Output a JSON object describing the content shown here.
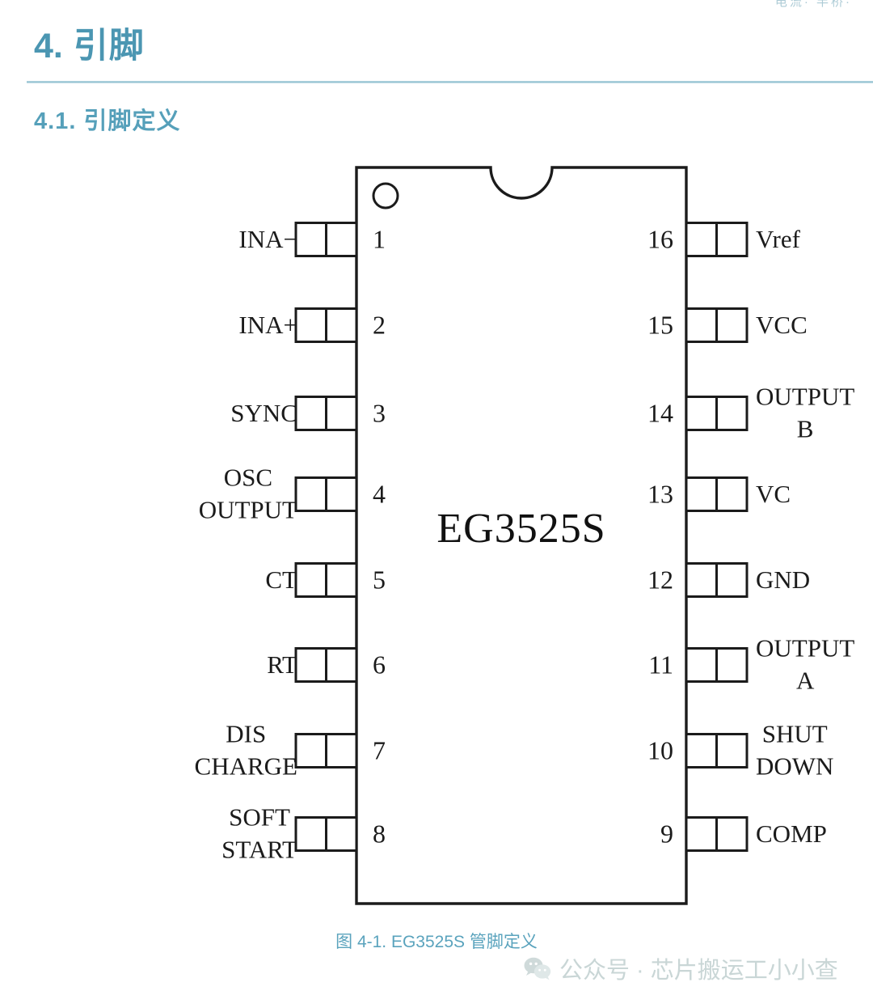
{
  "header": {
    "top_clip_text": "电流· 半桥·",
    "section_number": "4.",
    "section_title": "引脚",
    "subsection_number": "4.1.",
    "subsection_title": "引脚定义"
  },
  "diagram": {
    "chip_name": "EG3525S",
    "package_pin_count": 16,
    "pin1_marker": "pin1-dot",
    "notch": "top-center-semicircle",
    "left_pins": [
      {
        "number": "1",
        "label_lines": [
          "INA−"
        ]
      },
      {
        "number": "2",
        "label_lines": [
          "INA+"
        ]
      },
      {
        "number": "3",
        "label_lines": [
          "SYNC"
        ]
      },
      {
        "number": "4",
        "label_lines": [
          "OSC",
          "OUTPUT"
        ]
      },
      {
        "number": "5",
        "label_lines": [
          "CT"
        ]
      },
      {
        "number": "6",
        "label_lines": [
          "RT"
        ]
      },
      {
        "number": "7",
        "label_lines": [
          "DIS",
          "CHARGE"
        ]
      },
      {
        "number": "8",
        "label_lines": [
          "SOFT",
          "START"
        ]
      }
    ],
    "right_pins": [
      {
        "number": "16",
        "label_lines": [
          "Vref"
        ]
      },
      {
        "number": "15",
        "label_lines": [
          "VCC"
        ]
      },
      {
        "number": "14",
        "label_lines": [
          "OUTPUT",
          "B"
        ]
      },
      {
        "number": "13",
        "label_lines": [
          "VC"
        ]
      },
      {
        "number": "12",
        "label_lines": [
          "GND"
        ]
      },
      {
        "number": "11",
        "label_lines": [
          "OUTPUT",
          "A"
        ]
      },
      {
        "number": "10",
        "label_lines": [
          "SHUT",
          "DOWN"
        ]
      },
      {
        "number": "9",
        "label_lines": [
          "COMP"
        ]
      }
    ]
  },
  "caption": "图 4-1. EG3525S 管脚定义",
  "watermark": {
    "icon": "wechat-icon",
    "text": "公众号 · 芯片搬运工小小查"
  },
  "colors": {
    "heading": "#4b96b2",
    "subheading": "#56a0ba",
    "rule": "#8fc0d0",
    "caption": "#5aa3bd",
    "diagram_line": "#1b1b1b",
    "watermark": "#c9d6d6",
    "background": "#ffffff"
  }
}
